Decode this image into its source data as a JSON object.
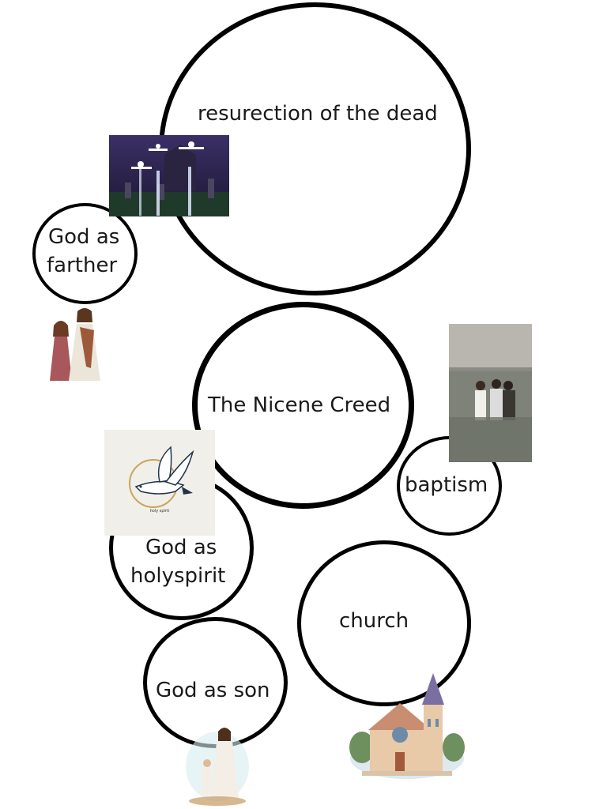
{
  "nodes": {
    "resurrection": {
      "label": "resurection of the dead",
      "image": "graveyard-ghosts-icon"
    },
    "father": {
      "label_line1": "God as",
      "label_line2": "farther",
      "image": "jesus-and-woman-icon"
    },
    "creed": {
      "label": "The Nicene Creed"
    },
    "baptism": {
      "label": "baptism",
      "image": "baptism-in-water-icon"
    },
    "holyspirit": {
      "label_line1": "God as",
      "label_line2": "holyspirit",
      "image": "dove-icon",
      "image_caption": "holy spirit"
    },
    "church": {
      "label": "church",
      "image": "church-building-icon"
    },
    "son": {
      "label": "God as son",
      "image": "jesus-with-child-icon"
    }
  }
}
